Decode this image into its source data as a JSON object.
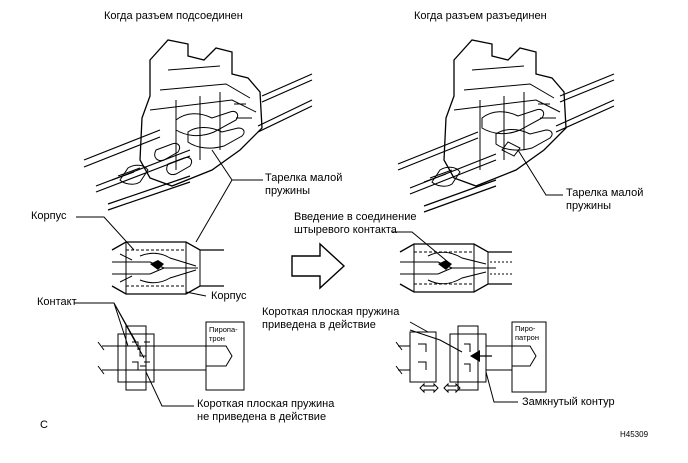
{
  "titles": {
    "connected": "Когда разъем подсоединен",
    "disconnected": "Когда разъем разъединен"
  },
  "labels": {
    "spring_plate_left": [
      "Тарелка малой",
      "пружины"
    ],
    "spring_plate_right": [
      "Тарелка малой",
      "пружины"
    ],
    "housing_left": "Корпус",
    "housing_bottom": "Корпус",
    "pin_insertion": [
      "Введение в соединение",
      "штыревого контакта"
    ],
    "contact": "Контакт",
    "short_spring_active": [
      "Короткая плоская пружина",
      "приведена в действие"
    ],
    "short_spring_inactive": [
      "Короткая плоская пружина",
      "не приведена в действие"
    ],
    "closed_circuit": "Замкнутый контур",
    "squib_left": [
      "Пиропа-",
      "трон"
    ],
    "squib_right": [
      "Пиро-",
      "патрон"
    ]
  },
  "footer": {
    "letter": "C",
    "code": "H45309"
  }
}
